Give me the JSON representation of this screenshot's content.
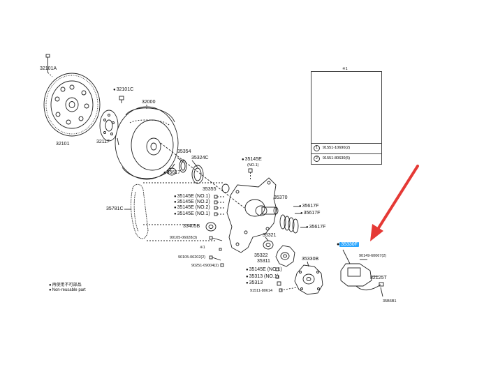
{
  "labels": {
    "p32101A": "32101A",
    "p32101C": "32101C",
    "p32000": "32000",
    "p32101": "32101",
    "p32117": "32117",
    "p35354": "35354",
    "p35324C": "35324C",
    "p35617a": "35617",
    "p35145E_top": "35145E",
    "p35145E_top_sub": "(NO.1)",
    "p35355": "35355",
    "p35781C": "35781C",
    "p35370": "35370",
    "p35145E_1": "35145E",
    "p35145E_1_sub": "(NO.1)",
    "p35145E_2": "35145E",
    "p35145E_2_sub": "(NO.2)",
    "p35145E_3": "35145E",
    "p35145E_3_sub": "(NO.2)",
    "p35145E_4": "35145E",
    "p35145E_4_sub": "(NO.1)",
    "p35617F_1": "35617F",
    "p35617F_2": "35617F",
    "p35617F_3": "35617F",
    "p33405B": "33405B",
    "p90105_06028": "90105-06028(3)",
    "p_star1": "※1",
    "p90105_06202": "90105-06202(2)",
    "p90251_09004": "90251-09004(2)",
    "p35321": "35321",
    "p35322": "35322",
    "p35311": "35311",
    "p35330B": "35330B",
    "p35145E_bot": "35145E",
    "p35145E_bot_sub": "(NO.1)",
    "p35313_1": "35313",
    "p35313_1_sub": "(NO.1)",
    "p35313_2": "35313",
    "p91511_80614": "91511-80614",
    "p_highlight": "35330F",
    "p90149_60067": "90149-60067(2)",
    "p82125T": "82125T",
    "p_code": "35B6B1"
  },
  "inset": {
    "title": "※1",
    "rows": [
      {
        "num": "1",
        "text": "91551-10690(2)"
      },
      {
        "num": "2",
        "text": "91551-80630(5)"
      }
    ]
  },
  "legend": {
    "line1": "再使用不可部品",
    "line2": "Non-reusable part"
  },
  "colors": {
    "line": "#222222",
    "highlight": "#2aa6ff",
    "arrow": "#e53935"
  }
}
